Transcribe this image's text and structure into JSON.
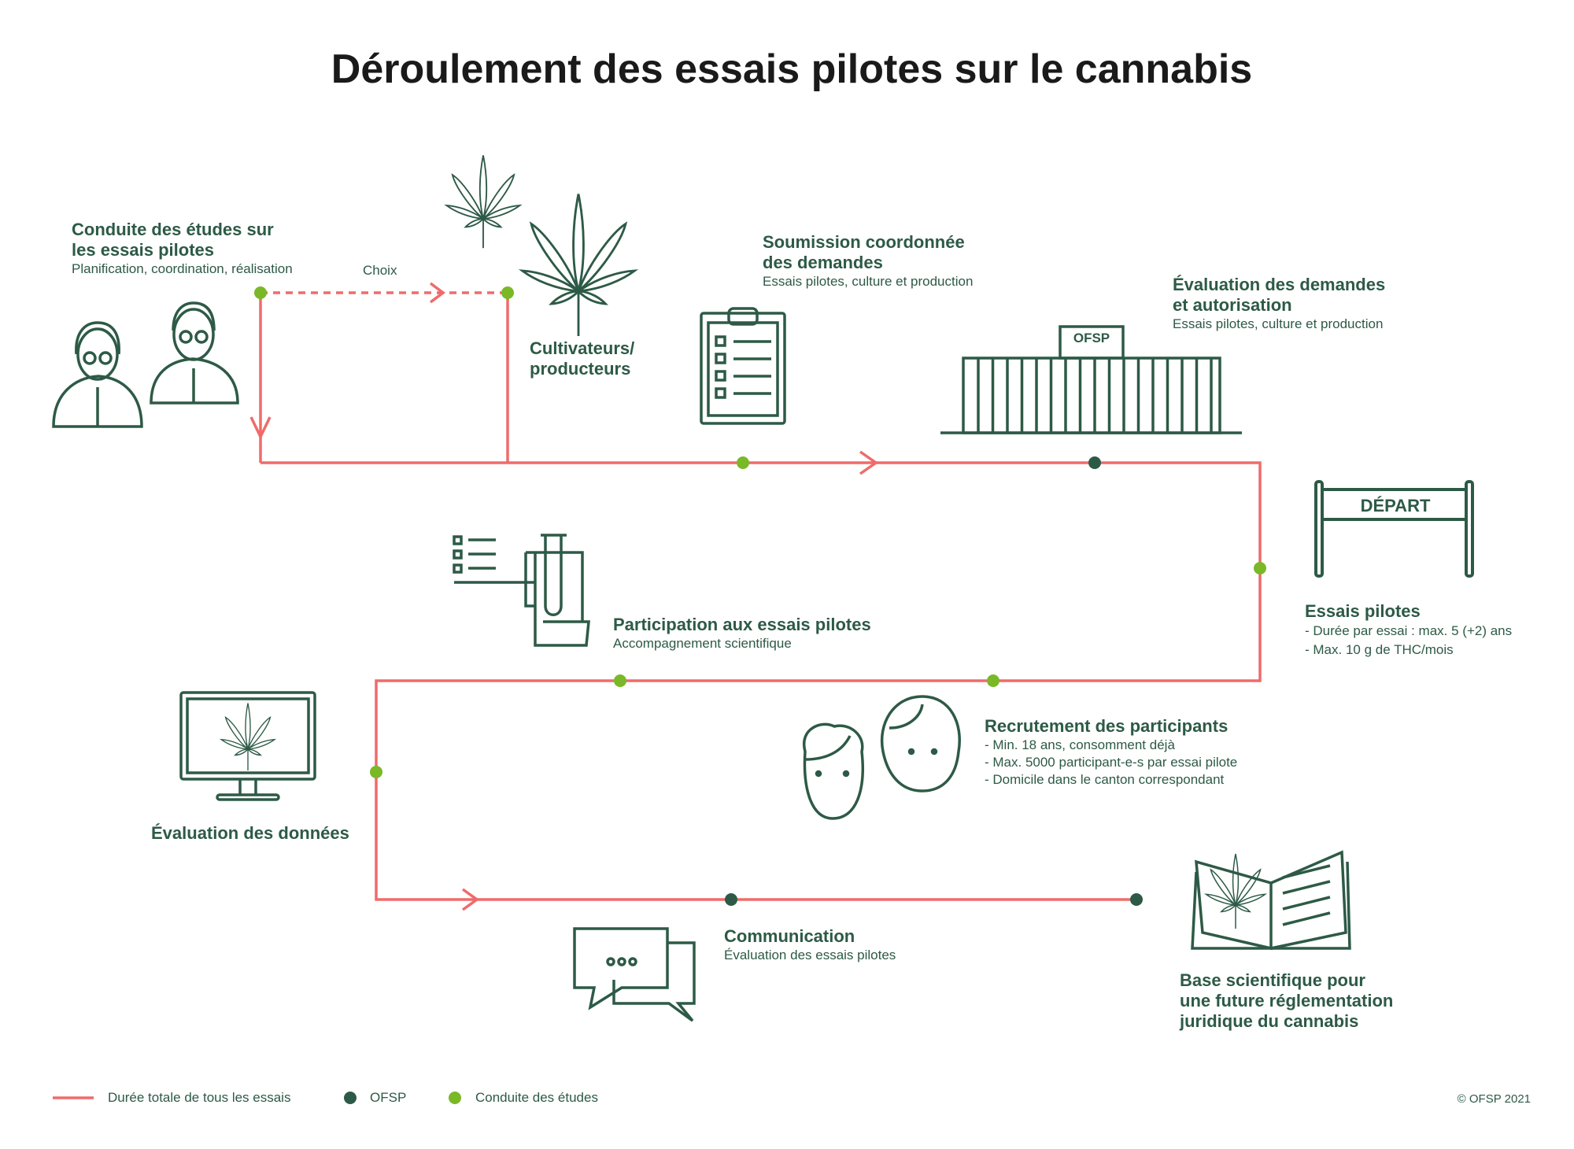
{
  "title": "Déroulement des essais pilotes sur le cannabis",
  "colors": {
    "path": "#ef6b6b",
    "ofsp": "#2d5a46",
    "studies": "#7ab828",
    "icon": "#2d5a46"
  },
  "steps": {
    "conduite": {
      "title1": "Conduite des études sur",
      "title2": "les essais pilotes",
      "sub": "Planification, coordination, réalisation"
    },
    "choix": "Choix",
    "cultivateurs": {
      "title1": "Cultivateurs/",
      "title2": "producteurs"
    },
    "soumission": {
      "title1": "Soumission coordonnée",
      "title2": "des demandes",
      "sub": "Essais pilotes, culture et production"
    },
    "evaluation_demandes": {
      "title1": "Évaluation des demandes",
      "title2": "et autorisation",
      "sub": "Essais pilotes, culture et production",
      "building_sign": "OFSP"
    },
    "depart": {
      "sign": "DÉPART",
      "title": "Essais pilotes",
      "lines": [
        "- Durée par essai : max. 5 (+2) ans",
        "- Max. 10 g de THC/mois"
      ]
    },
    "participation": {
      "title": "Participation aux essais pilotes",
      "sub": "Accompagnement scientifique"
    },
    "recrutement": {
      "title": "Recrutement des participants",
      "lines": [
        "- Min. 18 ans, consomment déjà",
        "- Max. 5000 participant-e-s par essai pilote",
        "- Domicile dans le canton correspondant"
      ]
    },
    "evaluation_donnees": {
      "title": "Évaluation des données"
    },
    "communication": {
      "title": "Communication",
      "sub": "Évaluation des essais pilotes"
    },
    "base": {
      "title1": "Base scientifique pour",
      "title2": "une future réglementation",
      "title3": "juridique du cannabis"
    }
  },
  "legend": {
    "path": "Durée totale de tous les essais",
    "ofsp": "OFSP",
    "studies": "Conduite des études"
  },
  "copyright": "© OFSP 2021"
}
